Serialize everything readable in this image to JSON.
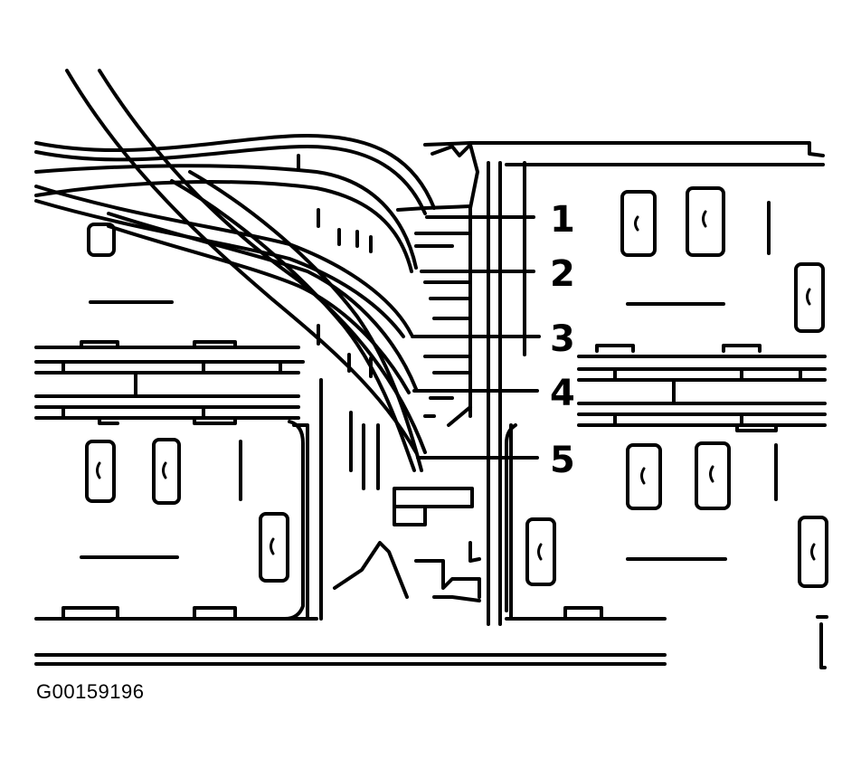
{
  "figure_id": "G00159196",
  "callouts": [
    {
      "label": "1"
    },
    {
      "label": "2"
    },
    {
      "label": "3"
    },
    {
      "label": "4"
    },
    {
      "label": "5"
    }
  ],
  "colors": {
    "ink": "#000000",
    "paper": "#ffffff"
  }
}
